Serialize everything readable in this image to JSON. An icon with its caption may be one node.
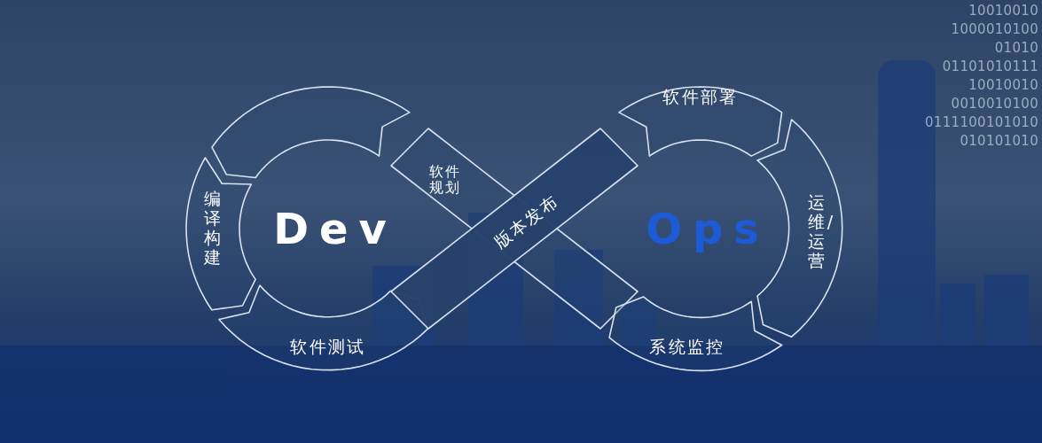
{
  "diagram": {
    "nodes": [
      {
        "text": [],
        "shape": "arrow"
      },
      {
        "text": [
          "编译构建"
        ]
      },
      {
        "text": [
          "软件测试"
        ]
      },
      {
        "text": [
          "版本发布"
        ]
      },
      {
        "text": [
          "软件部署"
        ]
      },
      {
        "text": [
          "运维/运营"
        ]
      },
      {
        "text": [
          "系统监控"
        ]
      },
      {
        "text": [
          "软件规划"
        ]
      }
    ],
    "labels": [
      "Dev",
      "Ops",
      "10010010",
      "1000010100",
      "01010",
      "01101010111",
      "10010010",
      "0010010100",
      "0111100101010",
      "010101010"
    ]
  }
}
